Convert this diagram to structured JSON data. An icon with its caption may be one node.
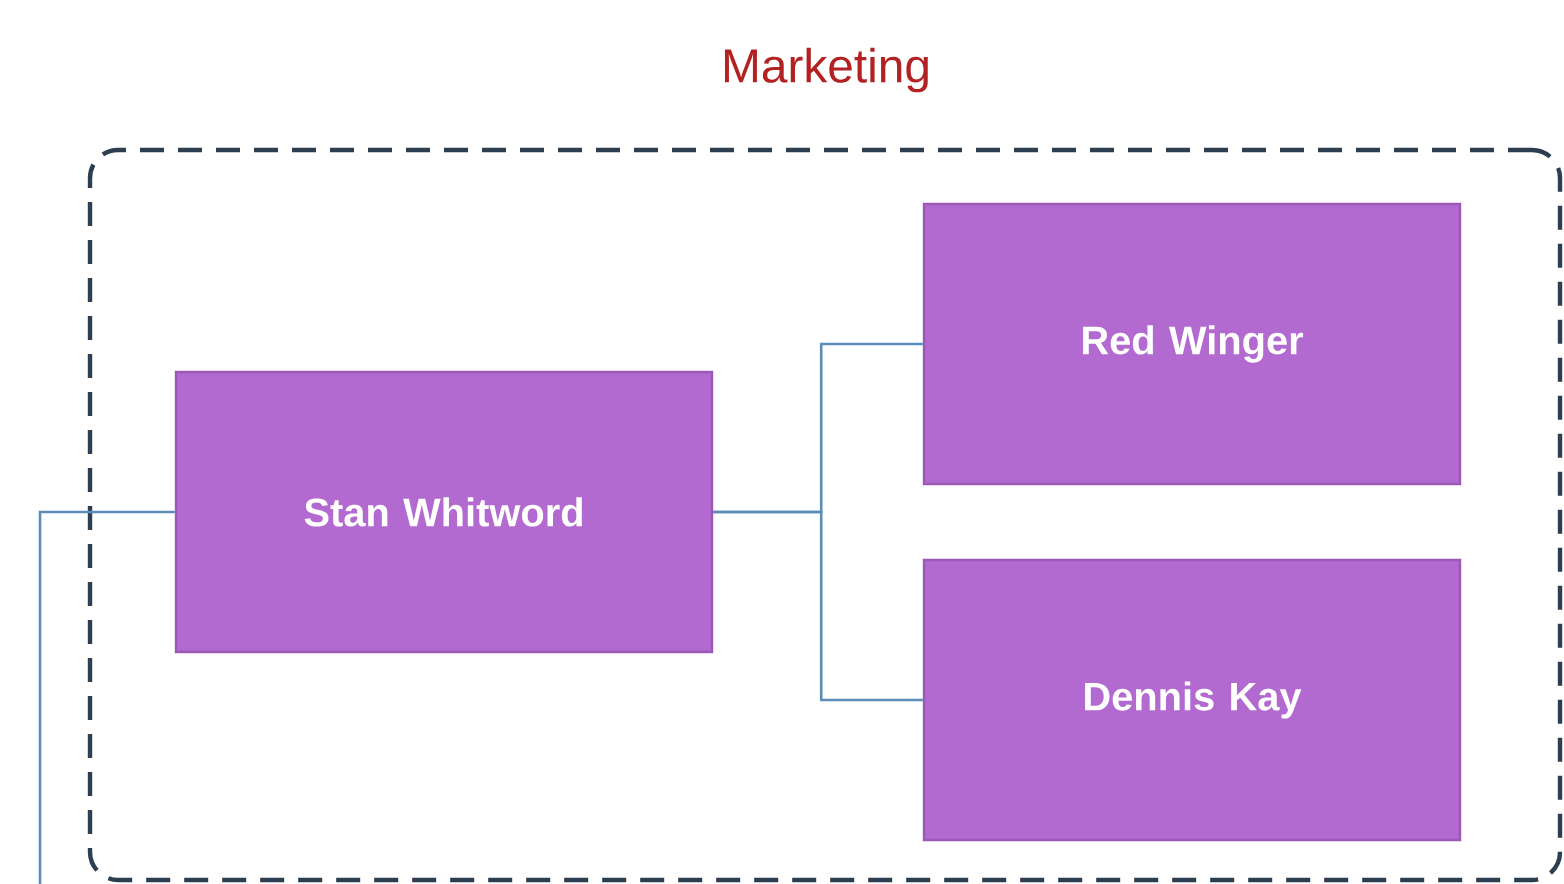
{
  "diagram": {
    "nodes": [
      {
        "text": [
          "Marketing"
        ]
      },
      {
        "text": [
          "Stan Whitword"
        ],
        "in": 0
      },
      {
        "text": [
          "Red Winger"
        ],
        "in": 0
      },
      {
        "text": [
          "Dennis Kay"
        ],
        "in": 0
      }
    ],
    "edges": [
      {
        "from": null,
        "to": 1,
        "arrow": "none"
      },
      {
        "from": 1,
        "to": 2,
        "arrow": "none"
      },
      {
        "from": 1,
        "to": 3,
        "arrow": "none"
      }
    ]
  }
}
